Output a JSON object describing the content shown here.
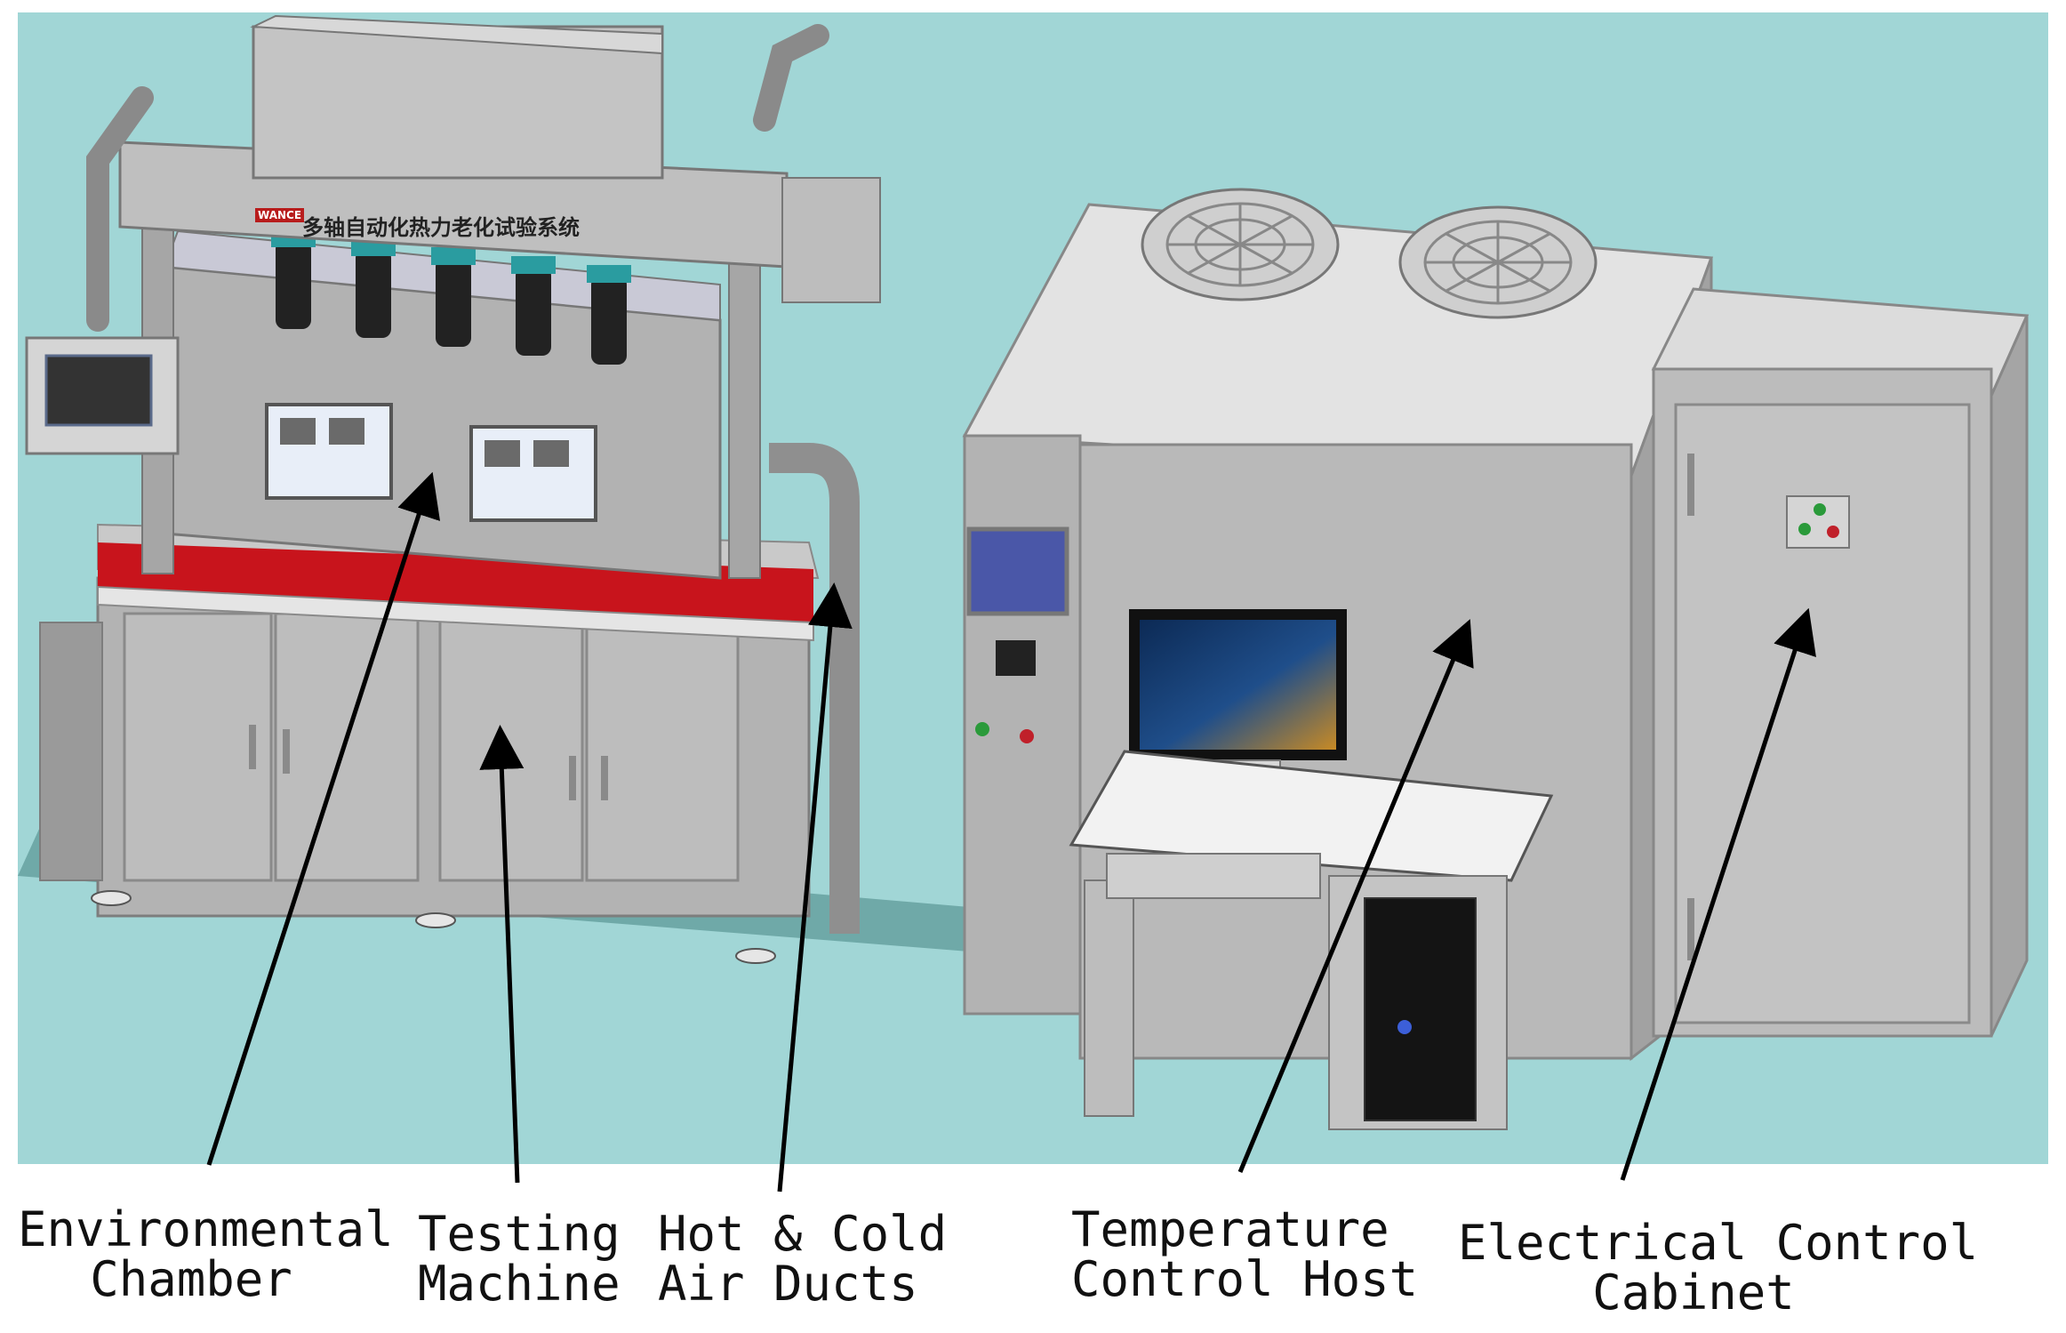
{
  "figure": {
    "background_color": "#a1d6d6",
    "brand_tag": "WANCE",
    "chinese_title": "多轴自动化热力老化试验系统",
    "accent_red": "#c8141c"
  },
  "labels": {
    "environmental_chamber": "Environmental\nChamber",
    "testing_machine": "Testing\nMachine",
    "air_ducts": "Hot & Cold\nAir Ducts",
    "temperature_host": "Temperature\nControl Host",
    "electrical_cabinet": "Electrical Control\nCabinet"
  }
}
